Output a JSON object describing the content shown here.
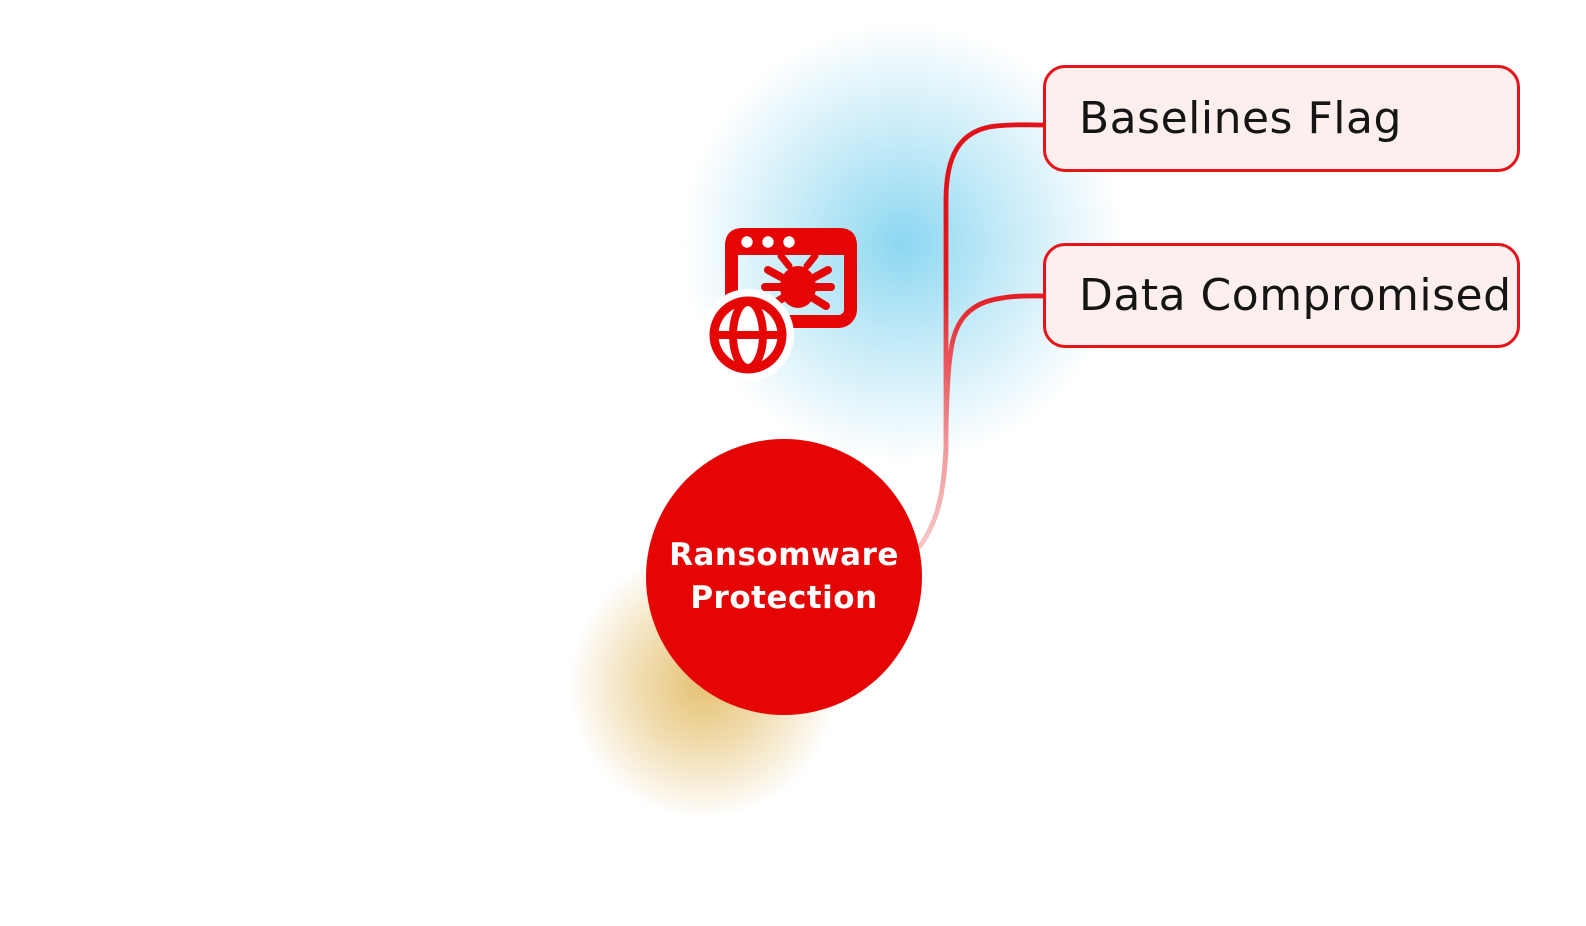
{
  "diagram": {
    "center_node": {
      "line1": "Ransomware",
      "line2": "Protection"
    },
    "branches": [
      {
        "label": "Baselines Flag"
      },
      {
        "label": "Data Compromised"
      }
    ],
    "icon": "malware-browser-globe-icon",
    "colors": {
      "node_red": "#e60505",
      "icon_red": "#e60505",
      "box_border_red": "#e41419",
      "box_fill_pink": "#fcefee",
      "connector_light_pink": "#f7c6c7",
      "connector_red": "#e2121a",
      "glow_blue": "#87d6f0",
      "glow_gold": "#d89e22",
      "label_text": "#151515",
      "node_text": "#ffffff",
      "background": "#ffffff"
    }
  }
}
